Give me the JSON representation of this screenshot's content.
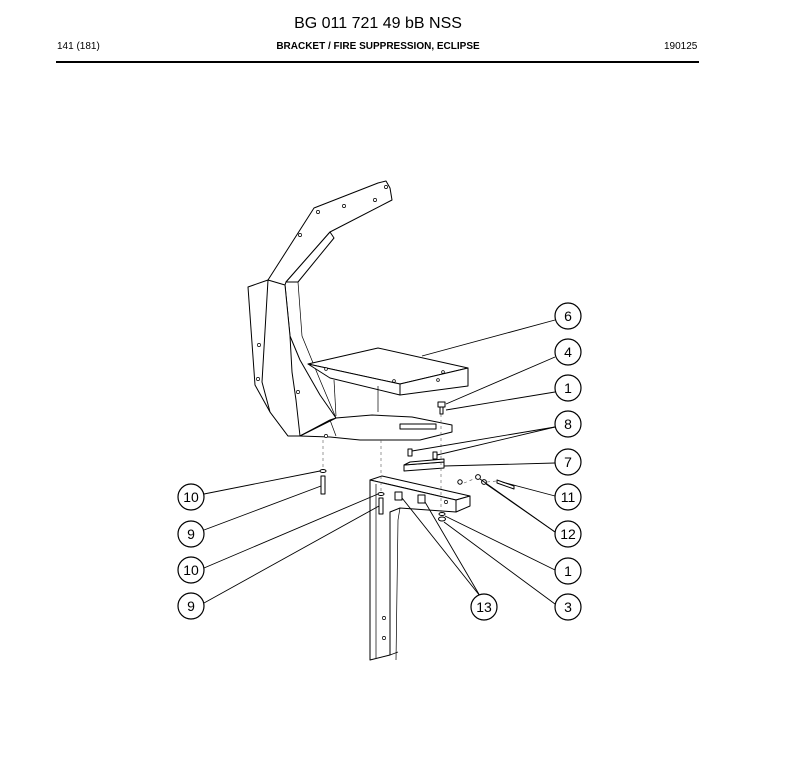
{
  "header": {
    "doc_title": "BG 011 721 49 bB NSS",
    "page_count": "141 (181)",
    "part_name": "BRACKET / FIRE SUPPRESSION, ECLIPSE",
    "doc_date": "190125"
  },
  "callouts": [
    {
      "label": "6"
    },
    {
      "label": "4"
    },
    {
      "label": "1"
    },
    {
      "label": "8"
    },
    {
      "label": "7"
    },
    {
      "label": "11"
    },
    {
      "label": "12"
    },
    {
      "label": "1"
    },
    {
      "label": "3"
    },
    {
      "label": "13"
    },
    {
      "label": "10"
    },
    {
      "label": "9"
    },
    {
      "label": "10"
    },
    {
      "label": "9"
    }
  ]
}
